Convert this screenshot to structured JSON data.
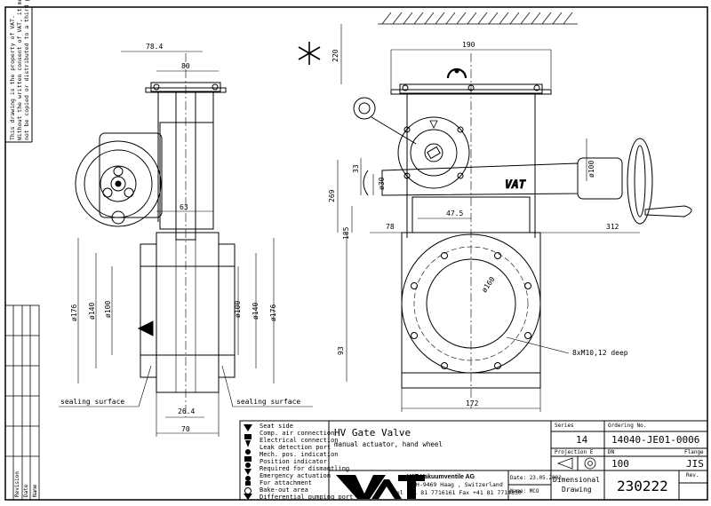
{
  "notice": {
    "line1": "This drawing is the property of VAT.",
    "line2": "Without the written consent of VAT, it must",
    "line3": "not be copied or distributed to a third person"
  },
  "revision_labels": [
    "Revision",
    "Date",
    "Name"
  ],
  "dimensions": {
    "d_78_4": "78.4",
    "d_80": "80",
    "d_63": "63",
    "d_26_4": "26.4",
    "d_70": "70",
    "d_176": "ø176",
    "d_140": "ø140",
    "d_100": "ø100",
    "d_190": "190",
    "d_220": "220",
    "d_33": "33",
    "d_30": "ø30",
    "d_269": "269",
    "d_185": "185",
    "d_78": "78",
    "d_47_5": "47.5",
    "d_312": "312",
    "d_93": "93",
    "d_172": "172",
    "d_160": "ø160",
    "d_100r": "ø100",
    "holes": "8xM10,12 deep"
  },
  "callouts": {
    "sealing_left": "sealing surface",
    "sealing_right": "sealing surface"
  },
  "logo_text": "VAT",
  "legend": [
    "Seat side",
    "Comp. air connection",
    "Electrical connection",
    "Leak detection port",
    "Mech. pos. indication",
    "Position indicator",
    "Required for dismantling",
    "Emergency actuation",
    "For attachment",
    "Bake-out area",
    "Differential pumping port"
  ],
  "title_block": {
    "product_title": "HV Gate Valve",
    "product_subtitle": "manual actuator, hand wheel",
    "series_label": "Series",
    "series_value": "14",
    "ordering_label": "Ordering No.",
    "ordering_value": "14040-JE01-0006",
    "projection_label": "Projection E",
    "dn_label": "DN",
    "dn_value": "100",
    "flange_label": "Flange",
    "flange_value": "JIS",
    "company_name": "VAT Vakuumventile AG",
    "company_address": "CH-9469 Haag , Switzerland",
    "company_phone": "Tel +41 81 7716161 Fax +41 81 7714830",
    "date_label": "Date:",
    "date_value": "23.05.2002",
    "name_label": "Name:",
    "name_value": "MCO",
    "doc_type_line1": "Dimensional",
    "doc_type_line2": "Drawing",
    "drawing_number": "230222",
    "rev_label": "Rev."
  }
}
